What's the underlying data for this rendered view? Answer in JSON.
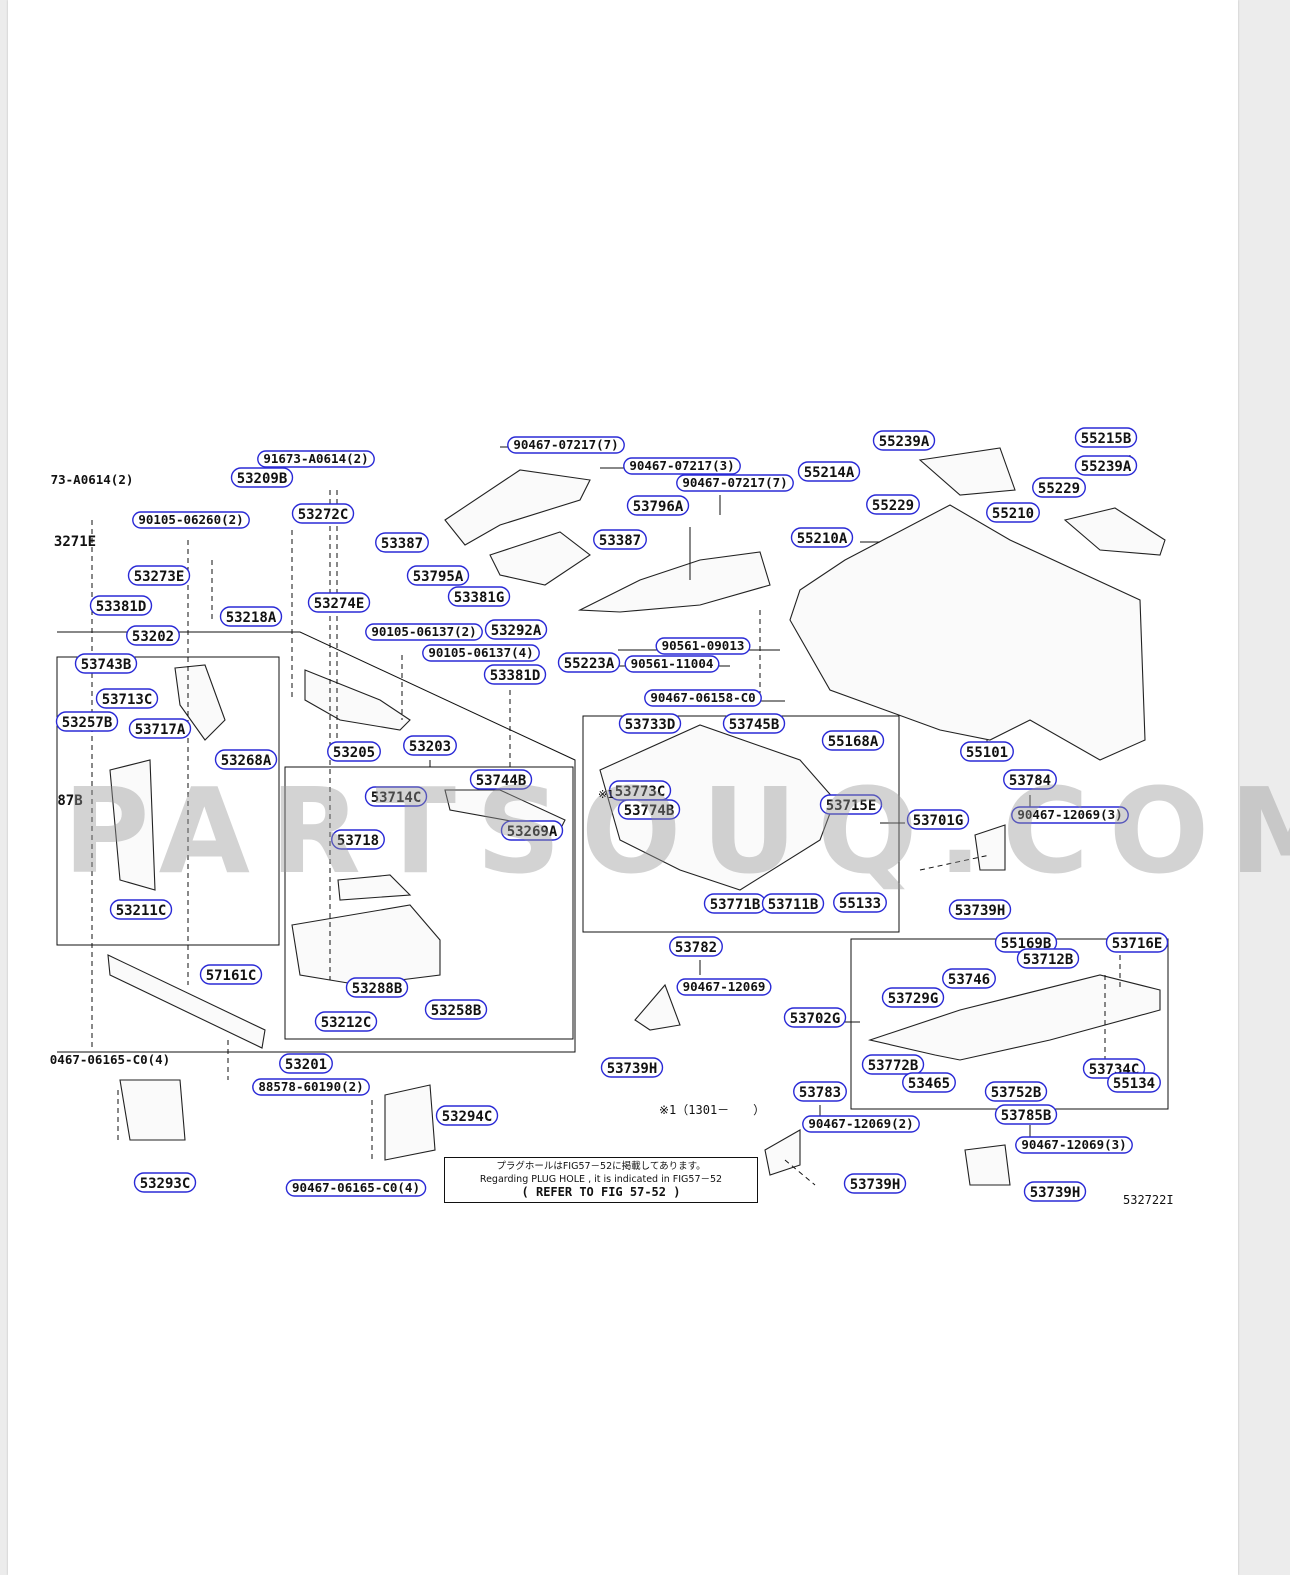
{
  "watermark": "PARTSOUQ.COM",
  "note": {
    "line1": "プラグホールはFIG57－52に掲載してあります。",
    "line2": "Regarding PLUG HOLE , it is indicated in FIG57－52",
    "line3": "( REFER TO FIG 57-52 )"
  },
  "annotation": "※1（1301－　　）",
  "annotation_mark": "※1",
  "figure_id": "532722I",
  "labels": [
    {
      "text": "91673-A0614(2)",
      "small": true
    },
    {
      "text": "53209B"
    },
    {
      "text": "53272C"
    },
    {
      "text": "90105-06260(2)",
      "small": true
    },
    {
      "text": "53273E"
    },
    {
      "text": "53218A"
    },
    {
      "text": "53274E"
    },
    {
      "text": "53381D"
    },
    {
      "text": "53202"
    },
    {
      "text": "53743B"
    },
    {
      "text": "53713C"
    },
    {
      "text": "53257B"
    },
    {
      "text": "53717A"
    },
    {
      "text": "53268A"
    },
    {
      "text": "53211C"
    },
    {
      "text": "90105-06137(2)",
      "small": true
    },
    {
      "text": "90105-06137(4)",
      "small": true
    },
    {
      "text": "53205"
    },
    {
      "text": "53203"
    },
    {
      "text": "53381D"
    },
    {
      "text": "53744B"
    },
    {
      "text": "53714C"
    },
    {
      "text": "53269A"
    },
    {
      "text": "53718"
    },
    {
      "text": "53288B"
    },
    {
      "text": "53258B"
    },
    {
      "text": "53212C"
    },
    {
      "text": "57161C"
    },
    {
      "text": "53201"
    },
    {
      "text": "88578-60190(2)",
      "small": true
    },
    {
      "text": "53294C"
    },
    {
      "text": "90467-06165-C0(4)",
      "small": true
    },
    {
      "text": "53293C"
    },
    {
      "text": "90467-07217(7)",
      "small": true
    },
    {
      "text": "90467-07217(3)",
      "small": true
    },
    {
      "text": "90467-07217(7)",
      "small": true
    },
    {
      "text": "53387"
    },
    {
      "text": "53795A"
    },
    {
      "text": "53381G"
    },
    {
      "text": "53292A"
    },
    {
      "text": "53796A"
    },
    {
      "text": "53387"
    },
    {
      "text": "90561-09013",
      "small": true
    },
    {
      "text": "90561-11004",
      "small": true
    },
    {
      "text": "55223A"
    },
    {
      "text": "90467-06158-C0",
      "small": true
    },
    {
      "text": "55239A"
    },
    {
      "text": "55214A"
    },
    {
      "text": "55229"
    },
    {
      "text": "55215B"
    },
    {
      "text": "55239A"
    },
    {
      "text": "55229"
    },
    {
      "text": "55210"
    },
    {
      "text": "55210A"
    },
    {
      "text": "55101"
    },
    {
      "text": "53733D"
    },
    {
      "text": "53745B"
    },
    {
      "text": "55168A"
    },
    {
      "text": "53773C"
    },
    {
      "text": "53774B"
    },
    {
      "text": "53715E"
    },
    {
      "text": "53701G"
    },
    {
      "text": "53771B"
    },
    {
      "text": "53711B"
    },
    {
      "text": "55133"
    },
    {
      "text": "53784"
    },
    {
      "text": "90467-12069(3)",
      "small": true
    },
    {
      "text": "53739H"
    },
    {
      "text": "53782"
    },
    {
      "text": "90467-12069",
      "small": true
    },
    {
      "text": "53739H"
    },
    {
      "text": "55169B"
    },
    {
      "text": "53716E"
    },
    {
      "text": "53712B"
    },
    {
      "text": "53746"
    },
    {
      "text": "53729G"
    },
    {
      "text": "53702G"
    },
    {
      "text": "53772B"
    },
    {
      "text": "53465"
    },
    {
      "text": "53752B"
    },
    {
      "text": "53734C"
    },
    {
      "text": "55134"
    },
    {
      "text": "53783"
    },
    {
      "text": "90467-12069(2)",
      "small": true
    },
    {
      "text": "53739H"
    },
    {
      "text": "53785B"
    },
    {
      "text": "90467-12069(3)",
      "small": true
    },
    {
      "text": "53739H"
    }
  ],
  "clipped_labels": [
    {
      "text": "73-A0614(2)",
      "small": true
    },
    {
      "text": "3271E"
    },
    {
      "text": "87B"
    },
    {
      "text": "0467-06165-C0(4)",
      "small": true
    }
  ]
}
